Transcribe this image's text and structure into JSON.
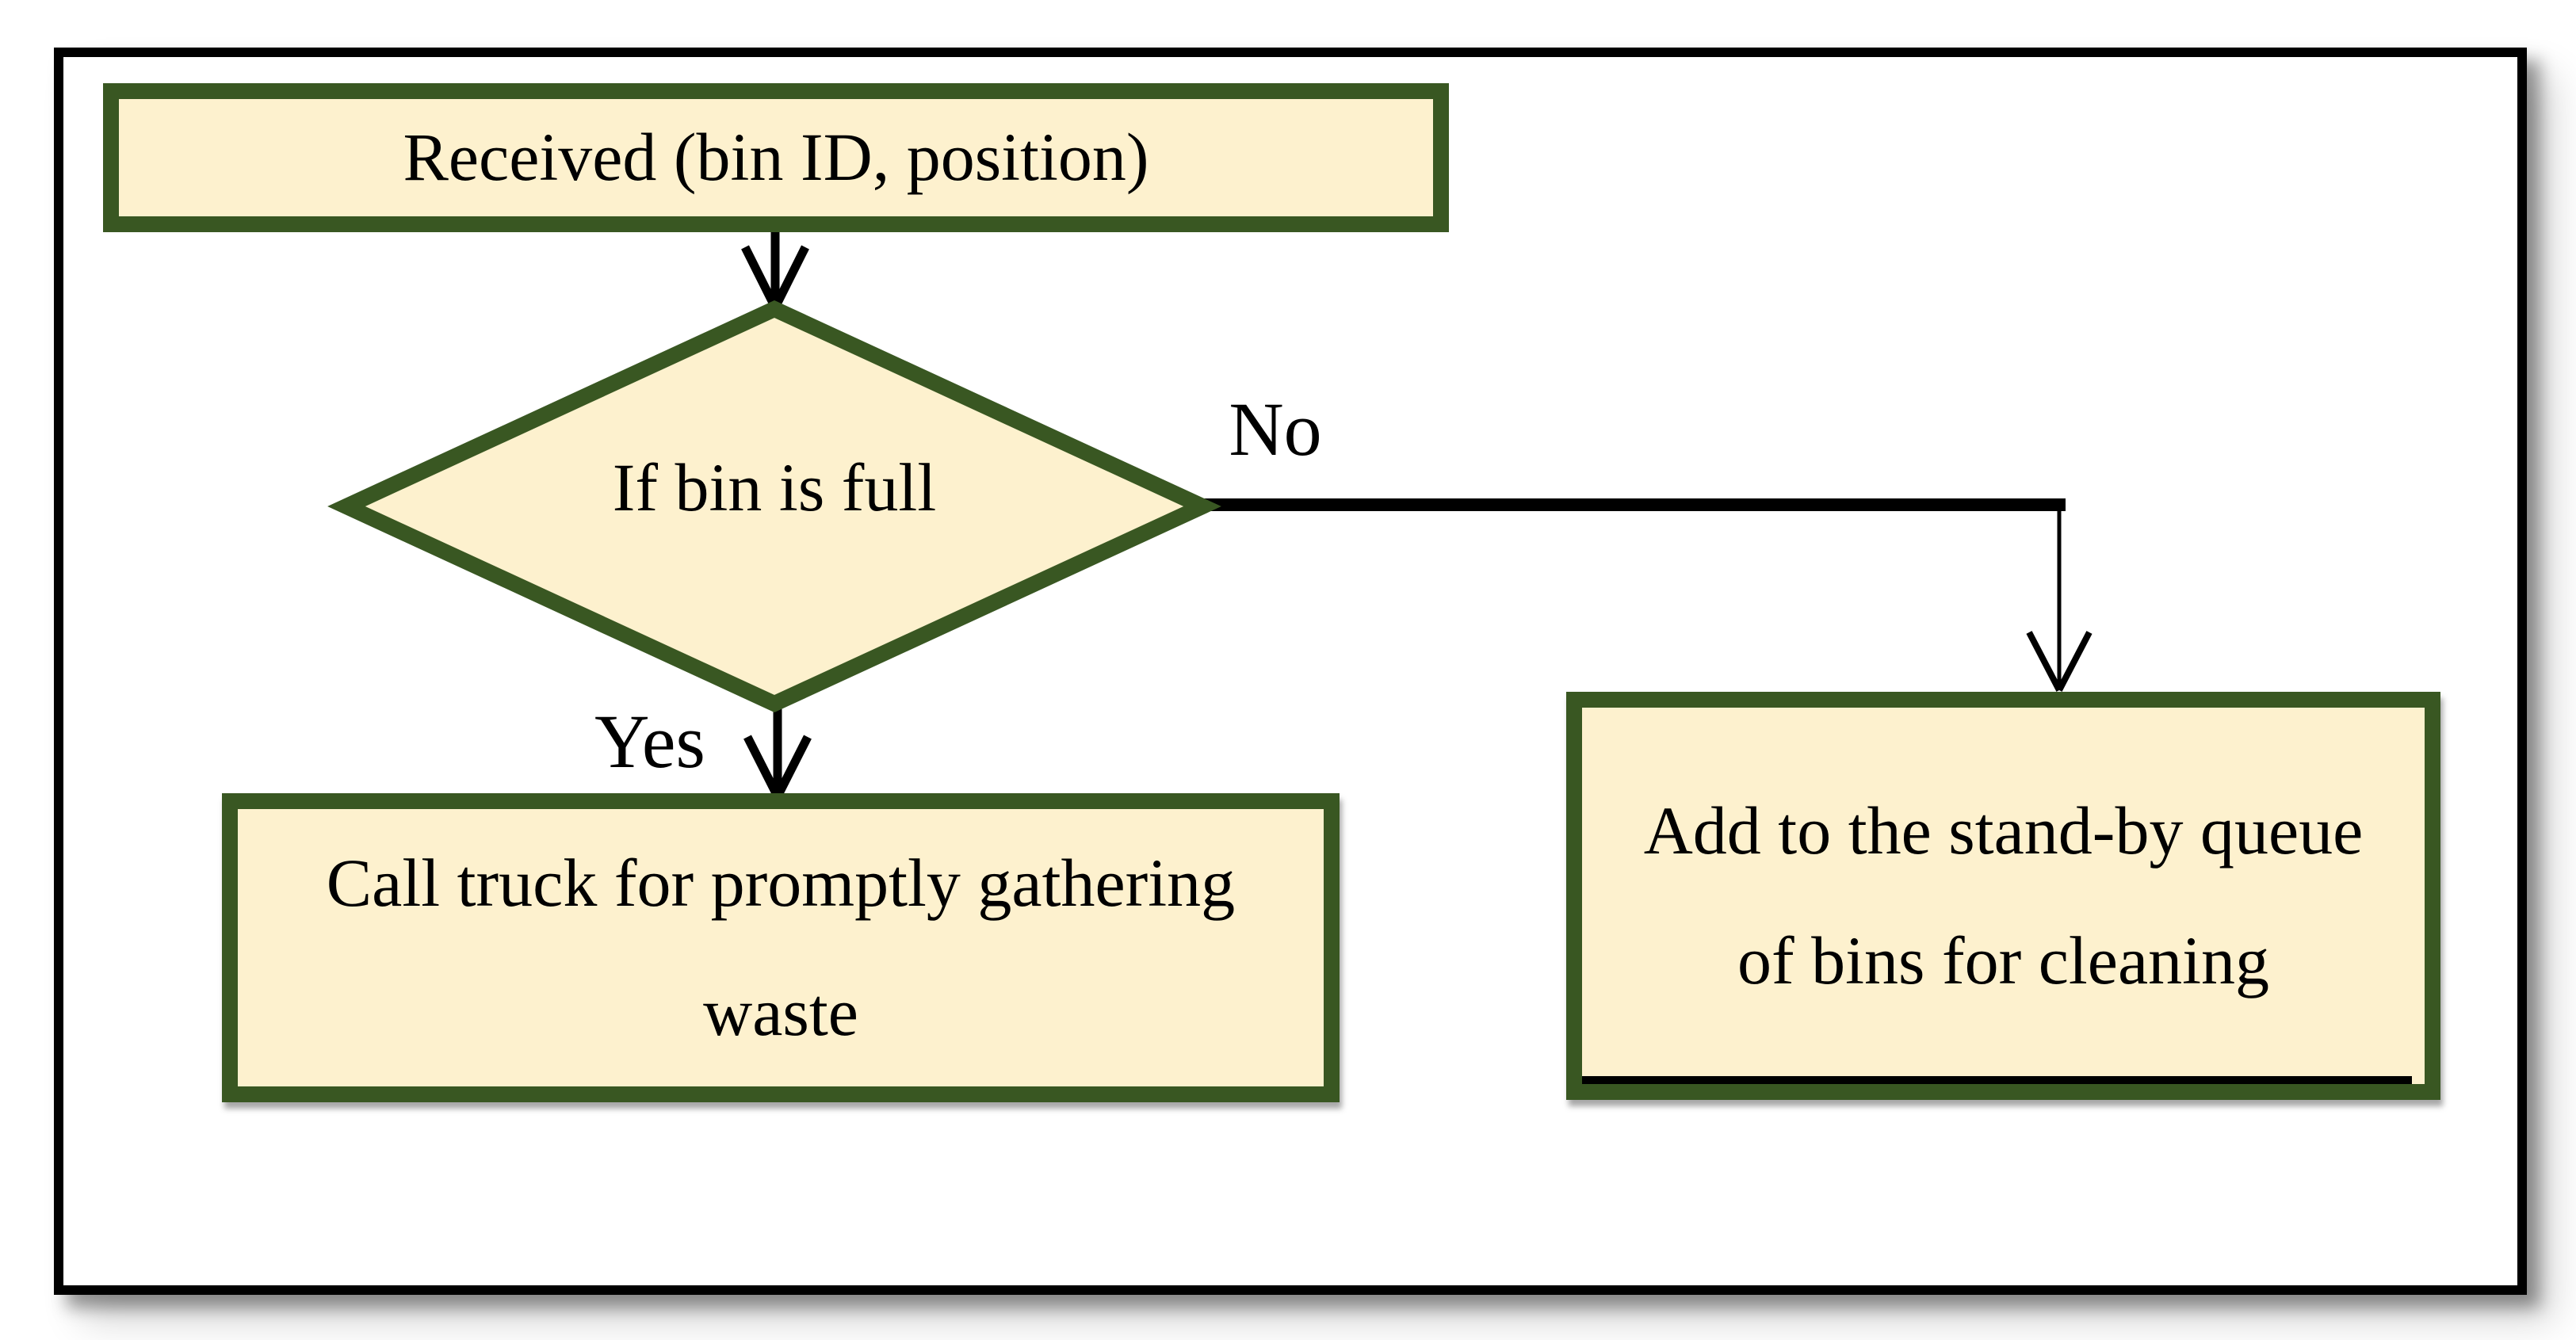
{
  "diagram_type": "flowchart",
  "nodes": {
    "received": {
      "label": "Received (bin ID, position)"
    },
    "decision": {
      "label": "If bin is full"
    },
    "call_truck": {
      "label": "Call truck for promptly gathering waste",
      "lines": [
        "Call truck for promptly gathering",
        "waste"
      ]
    },
    "standby_queue": {
      "label": "Add to the stand-by queue of bins for cleaning",
      "lines": [
        "Add to the stand-by queue",
        "of bins for cleaning"
      ]
    }
  },
  "edge_labels": {
    "yes": "Yes",
    "no": "No"
  },
  "colors": {
    "node_fill": "#FDF1CE",
    "node_border": "#395722",
    "connector": "#000000",
    "frame_border": "#000000",
    "canvas_bg": "#FFFFFF"
  }
}
